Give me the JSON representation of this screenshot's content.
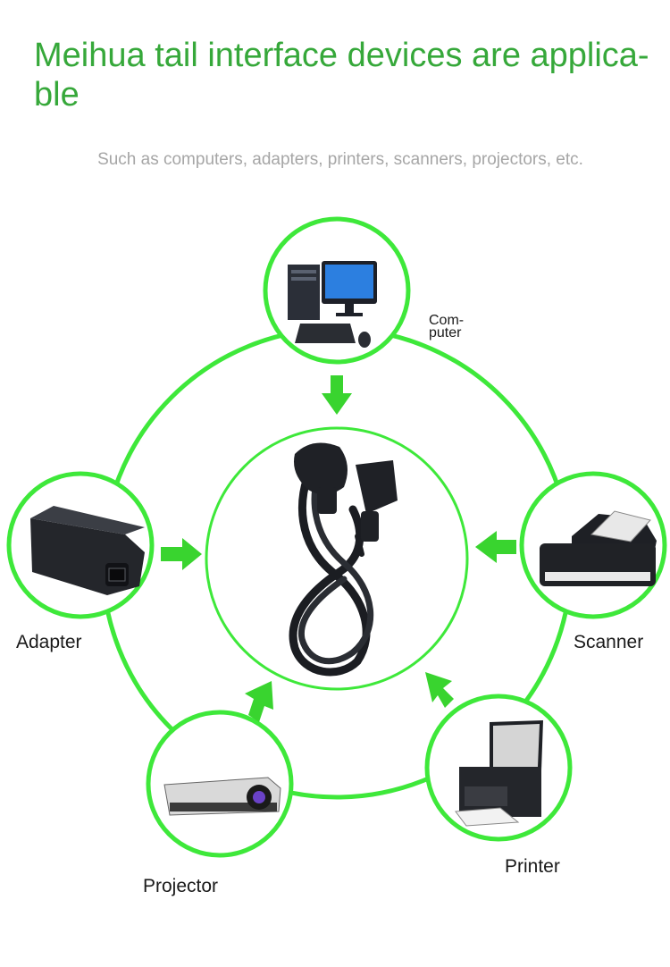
{
  "header": {
    "title_line1": "Meihua tail interface devices are applica-",
    "title_line2": "ble",
    "subtitle": "Such as computers, adapters, printers, scanners, projectors, etc."
  },
  "devices": {
    "computer": {
      "label_line1": "Com-",
      "label_line2": "puter"
    },
    "adapter": {
      "label": "Adapter"
    },
    "scanner": {
      "label": "Scanner"
    },
    "projector": {
      "label": "Projector"
    },
    "printer": {
      "label": "Printer"
    }
  },
  "colors": {
    "accent_green": "#36a83a",
    "ring_green": "#3ee83a",
    "arrow_green": "#39d42f",
    "subtitle_gray": "#a6a6a6"
  }
}
